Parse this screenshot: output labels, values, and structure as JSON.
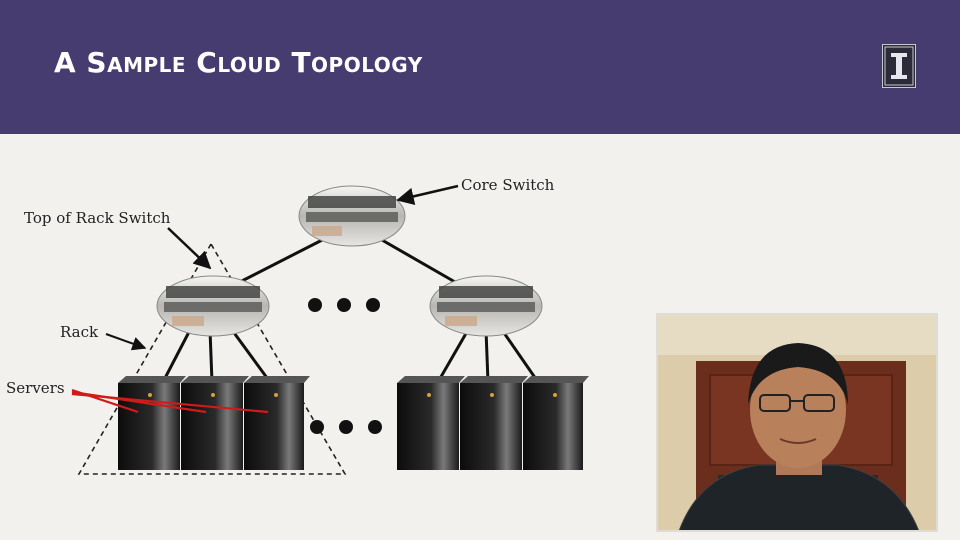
{
  "slide": {
    "title": "A Sample Cloud Topology"
  },
  "diagram": {
    "labels": {
      "core_switch": "Core Switch",
      "top_of_rack_switch": "Top of Rack Switch",
      "rack": "Rack",
      "servers": "Servers"
    }
  },
  "colors": {
    "header": "#463c70",
    "background": "#f2f1ee",
    "server_pointer": "#d11a1a"
  },
  "icons": {
    "logo": "university-block-i-logo",
    "switch": "network-switch-icon",
    "server": "server-tower-icon"
  },
  "webcam": {
    "description_hidden": ""
  }
}
